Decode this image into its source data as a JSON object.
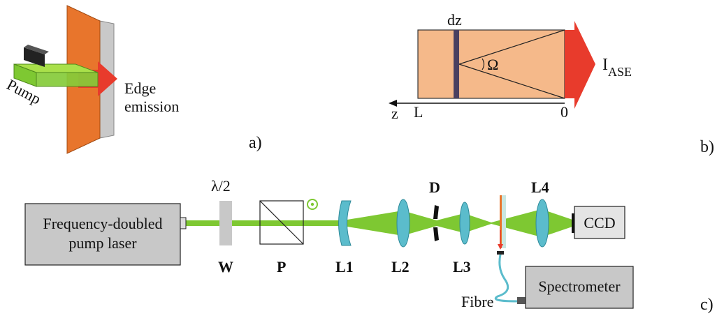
{
  "panel_a": {
    "pump_label": "Pump",
    "edge_label_line1": "Edge",
    "edge_label_line2": "emission",
    "panel_tag": "a)"
  },
  "panel_b": {
    "dz_label": "dz",
    "omega_label": "Ω",
    "iase_main": "I",
    "iase_sub": "ASE",
    "z_label": "z",
    "L_label": "L",
    "zero_label": "0",
    "panel_tag": "b)"
  },
  "panel_c": {
    "laser_line1": "Frequency-doubled",
    "laser_line2": "pump laser",
    "halfwave_label": "λ/2",
    "W_label": "W",
    "P_label": "P",
    "L1_label": "L1",
    "L2_label": "L2",
    "D_label": "D",
    "L3_label": "L3",
    "L4_label": "L4",
    "ccd_label": "CCD",
    "spectrometer_label": "Spectrometer",
    "fibre_label": "Fibre",
    "panel_tag": "c)"
  },
  "colors": {
    "orange": "#e8752c",
    "sample_fill": "#f5b98a",
    "green": "#7ec832",
    "red": "#e83b2c",
    "cyan": "#5bbccc",
    "gray_box": "#c8c8c8",
    "dark_bar": "#4a4060"
  }
}
